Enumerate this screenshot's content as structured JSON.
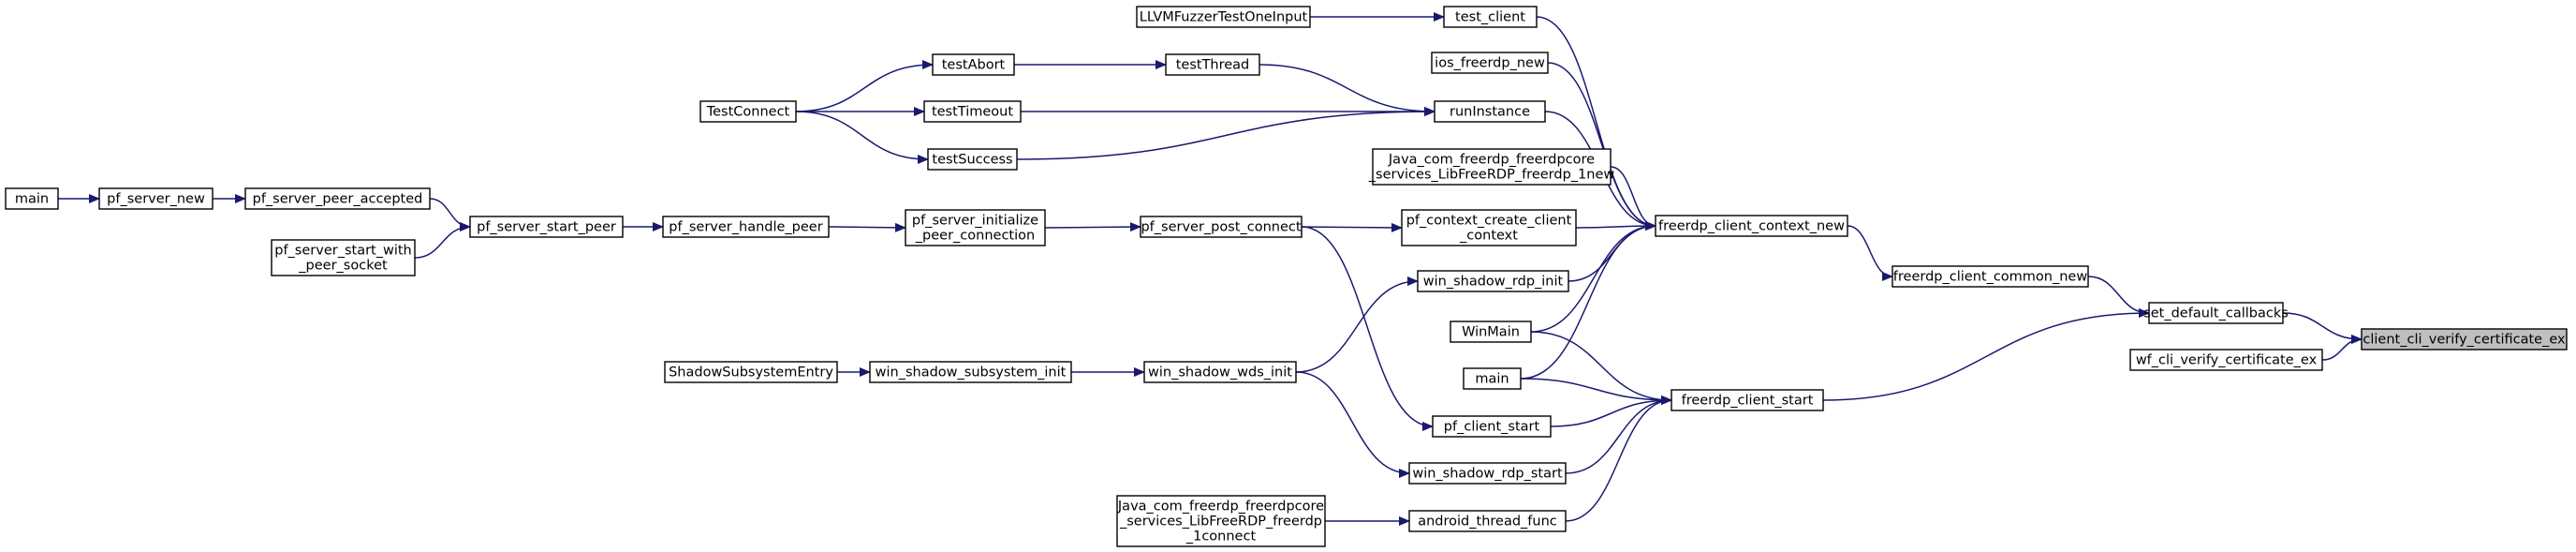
{
  "graph": {
    "edge_color": "#191970",
    "highlight_fill": "#bfbfbf",
    "nodes": [
      {
        "id": "client_cli_verify_certificate_ex",
        "lines": [
          "client_cli_verify_certificate_ex"
        ],
        "highlight": true
      },
      {
        "id": "set_default_callbacks",
        "lines": [
          "set_default_callbacks"
        ]
      },
      {
        "id": "wf_cli_verify_certificate_ex",
        "lines": [
          "wf_cli_verify_certificate_ex"
        ]
      },
      {
        "id": "freerdp_client_common_new",
        "lines": [
          "freerdp_client_common_new"
        ]
      },
      {
        "id": "freerdp_client_start",
        "lines": [
          "freerdp_client_start"
        ]
      },
      {
        "id": "freerdp_client_context_new",
        "lines": [
          "freerdp_client_context_new"
        ]
      },
      {
        "id": "test_client",
        "lines": [
          "test_client"
        ]
      },
      {
        "id": "ios_freerdp_new",
        "lines": [
          "ios_freerdp_new"
        ]
      },
      {
        "id": "runInstance",
        "lines": [
          "runInstance"
        ]
      },
      {
        "id": "java_libfreerdp_new",
        "lines": [
          "Java_com_freerdp_freerdpcore",
          "_services_LibFreeRDP_freerdp_1new"
        ]
      },
      {
        "id": "pf_context_create_client_context",
        "lines": [
          "pf_context_create_client",
          "_context"
        ]
      },
      {
        "id": "win_shadow_rdp_init",
        "lines": [
          "win_shadow_rdp_init"
        ]
      },
      {
        "id": "WinMain",
        "lines": [
          "WinMain"
        ]
      },
      {
        "id": "main_c",
        "lines": [
          "main"
        ]
      },
      {
        "id": "pf_client_start",
        "lines": [
          "pf_client_start"
        ]
      },
      {
        "id": "win_shadow_rdp_start",
        "lines": [
          "win_shadow_rdp_start"
        ]
      },
      {
        "id": "android_thread_func",
        "lines": [
          "android_thread_func"
        ]
      },
      {
        "id": "LLVMFuzzerTestOneInput",
        "lines": [
          "LLVMFuzzerTestOneInput"
        ]
      },
      {
        "id": "testThread",
        "lines": [
          "testThread"
        ]
      },
      {
        "id": "testAbort",
        "lines": [
          "testAbort"
        ]
      },
      {
        "id": "testTimeout",
        "lines": [
          "testTimeout"
        ]
      },
      {
        "id": "testSuccess",
        "lines": [
          "testSuccess"
        ]
      },
      {
        "id": "TestConnect",
        "lines": [
          "TestConnect"
        ]
      },
      {
        "id": "pf_server_post_connect",
        "lines": [
          "pf_server_post_connect"
        ]
      },
      {
        "id": "pf_server_initialize_peer_connection",
        "lines": [
          "pf_server_initialize",
          "_peer_connection"
        ]
      },
      {
        "id": "pf_server_handle_peer",
        "lines": [
          "pf_server_handle_peer"
        ]
      },
      {
        "id": "pf_server_start_peer",
        "lines": [
          "pf_server_start_peer"
        ]
      },
      {
        "id": "pf_server_peer_accepted",
        "lines": [
          "pf_server_peer_accepted"
        ]
      },
      {
        "id": "pf_server_start_with_peer_socket",
        "lines": [
          "pf_server_start_with",
          "_peer_socket"
        ]
      },
      {
        "id": "pf_server_new",
        "lines": [
          "pf_server_new"
        ]
      },
      {
        "id": "main_a",
        "lines": [
          "main"
        ]
      },
      {
        "id": "win_shadow_wds_init",
        "lines": [
          "win_shadow_wds_init"
        ]
      },
      {
        "id": "win_shadow_subsystem_init",
        "lines": [
          "win_shadow_subsystem_init"
        ]
      },
      {
        "id": "ShadowSubsystemEntry",
        "lines": [
          "ShadowSubsystemEntry"
        ]
      },
      {
        "id": "java_android_thread",
        "lines": [
          "Java_com_freerdp_freerdpcore",
          "_services_LibFreeRDP_freerdp",
          "_1connect"
        ]
      }
    ],
    "edges": [
      [
        "set_default_callbacks",
        "client_cli_verify_certificate_ex"
      ],
      [
        "wf_cli_verify_certificate_ex",
        "client_cli_verify_certificate_ex"
      ],
      [
        "freerdp_client_common_new",
        "set_default_callbacks"
      ],
      [
        "freerdp_client_start",
        "set_default_callbacks"
      ],
      [
        "freerdp_client_context_new",
        "freerdp_client_common_new"
      ],
      [
        "test_client",
        "freerdp_client_context_new"
      ],
      [
        "ios_freerdp_new",
        "freerdp_client_context_new"
      ],
      [
        "runInstance",
        "freerdp_client_context_new"
      ],
      [
        "java_libfreerdp_new",
        "freerdp_client_context_new"
      ],
      [
        "pf_context_create_client_context",
        "freerdp_client_context_new"
      ],
      [
        "win_shadow_rdp_init",
        "freerdp_client_context_new"
      ],
      [
        "WinMain",
        "freerdp_client_context_new"
      ],
      [
        "main_c",
        "freerdp_client_context_new"
      ],
      [
        "WinMain",
        "freerdp_client_start"
      ],
      [
        "main_c",
        "freerdp_client_start"
      ],
      [
        "pf_client_start",
        "freerdp_client_start"
      ],
      [
        "win_shadow_rdp_start",
        "freerdp_client_start"
      ],
      [
        "android_thread_func",
        "freerdp_client_start"
      ],
      [
        "LLVMFuzzerTestOneInput",
        "test_client"
      ],
      [
        "testThread",
        "runInstance"
      ],
      [
        "testTimeout",
        "runInstance"
      ],
      [
        "testSuccess",
        "runInstance"
      ],
      [
        "testAbort",
        "testThread"
      ],
      [
        "TestConnect",
        "testAbort"
      ],
      [
        "TestConnect",
        "testTimeout"
      ],
      [
        "TestConnect",
        "testSuccess"
      ],
      [
        "pf_server_post_connect",
        "pf_context_create_client_context"
      ],
      [
        "pf_server_post_connect",
        "pf_client_start"
      ],
      [
        "pf_server_initialize_peer_connection",
        "pf_server_post_connect"
      ],
      [
        "pf_server_handle_peer",
        "pf_server_initialize_peer_connection"
      ],
      [
        "pf_server_start_peer",
        "pf_server_handle_peer"
      ],
      [
        "pf_server_peer_accepted",
        "pf_server_start_peer"
      ],
      [
        "pf_server_start_with_peer_socket",
        "pf_server_start_peer"
      ],
      [
        "pf_server_new",
        "pf_server_peer_accepted"
      ],
      [
        "main_a",
        "pf_server_new"
      ],
      [
        "win_shadow_wds_init",
        "win_shadow_rdp_init"
      ],
      [
        "win_shadow_wds_init",
        "win_shadow_rdp_start"
      ],
      [
        "win_shadow_subsystem_init",
        "win_shadow_wds_init"
      ],
      [
        "ShadowSubsystemEntry",
        "win_shadow_subsystem_init"
      ],
      [
        "java_android_thread",
        "android_thread_func"
      ]
    ]
  }
}
